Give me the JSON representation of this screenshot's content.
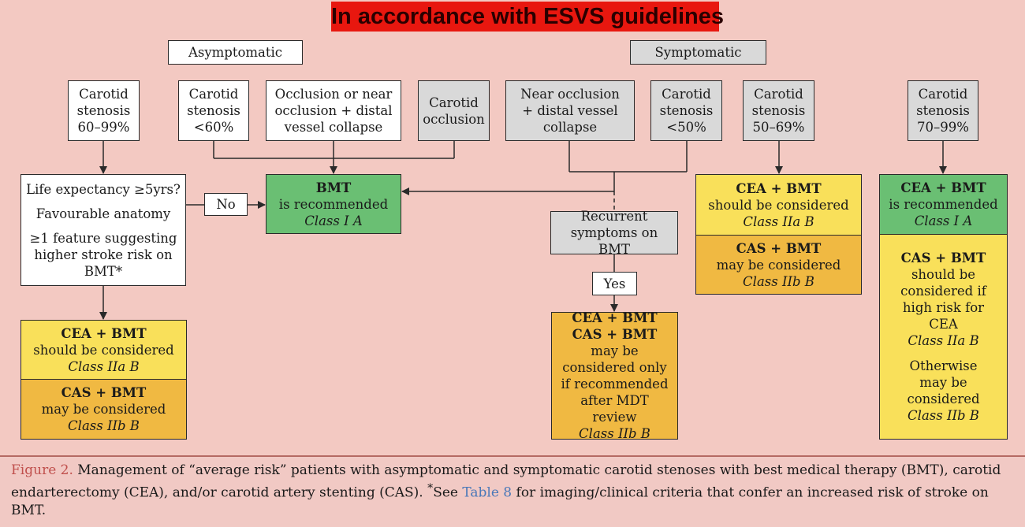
{
  "banner": "In accordance with ESVS guidelines",
  "headers": {
    "asymptomatic": "Asymptomatic",
    "symptomatic": "Symptomatic"
  },
  "asym": {
    "stenosis_60_99": [
      "Carotid",
      "stenosis",
      "60–99%"
    ],
    "stenosis_lt60": [
      "Carotid",
      "stenosis",
      "<60%"
    ],
    "near_occlusion": [
      "Occlusion or near",
      "occlusion + distal",
      "vessel collapse"
    ],
    "occlusion": [
      "Carotid",
      "occlusion"
    ],
    "criteria": [
      "Life expectancy ≥5yrs?",
      "Favourable anatomy",
      "≥1 feature suggesting",
      "higher stroke risk on",
      "BMT*"
    ],
    "no_label": "No",
    "cea_bmt": {
      "title": "CEA + BMT",
      "text": "should be considered",
      "class": "Class IIa B"
    },
    "cas_bmt": {
      "title": "CAS + BMT",
      "text": "may be considered",
      "class": "Class IIb B"
    }
  },
  "bmt": {
    "title": "BMT",
    "text": "is recommended",
    "class": "Class I A"
  },
  "sym": {
    "near_occlusion": [
      "Near occlusion",
      "+ distal vessel",
      "collapse"
    ],
    "stenosis_lt50": [
      "Carotid",
      "stenosis",
      "<50%"
    ],
    "stenosis_50_69": [
      "Carotid",
      "stenosis",
      "50–69%"
    ],
    "stenosis_70_99": [
      "Carotid",
      "stenosis",
      "70–99%"
    ],
    "recurrent": [
      "Recurrent",
      "symptoms on BMT"
    ],
    "yes_label": "Yes",
    "recurrent_result": {
      "line1": "CEA + BMT",
      "line2": "CAS + BMT",
      "text": [
        "may be",
        "considered only",
        "if recommended",
        "after MDT review"
      ],
      "class": "Class IIb B"
    },
    "mid_cea": {
      "title": "CEA + BMT",
      "text": "should be considered",
      "class": "Class IIa B"
    },
    "mid_cas": {
      "title": "CAS + BMT",
      "text": "may be considered",
      "class": "Class IIb B"
    },
    "high_cea": {
      "title": "CEA + BMT",
      "text": "is recommended",
      "class": "Class I A"
    },
    "high_cas": {
      "title": "CAS + BMT",
      "text": [
        "should be",
        "considered if",
        "high risk for",
        "CEA"
      ],
      "class": "Class IIa B",
      "otherwise": [
        "Otherwise",
        "may be",
        "considered"
      ],
      "class2": "Class IIb B"
    }
  },
  "caption": {
    "figure_label": "Figure 2.",
    "text1": " Management of “average risk” patients with asymptomatic and symptomatic carotid stenoses with best medical therapy (BMT), carotid endarterectomy (CEA), and/or carotid artery stenting (CAS). ",
    "star": "*",
    "text2": "See ",
    "table_ref": "Table 8",
    "text3": " for imaging/clinical criteria that confer an increased risk of stroke on BMT."
  },
  "colors": {
    "background": "#f3c9c2",
    "banner": "#e8170f",
    "green": "#6abf73",
    "yellow": "#f9e05a",
    "orange": "#f0b942",
    "grey": "#d9d9d9",
    "figure_label": "#c0504d",
    "table_ref": "#4a78b8"
  }
}
